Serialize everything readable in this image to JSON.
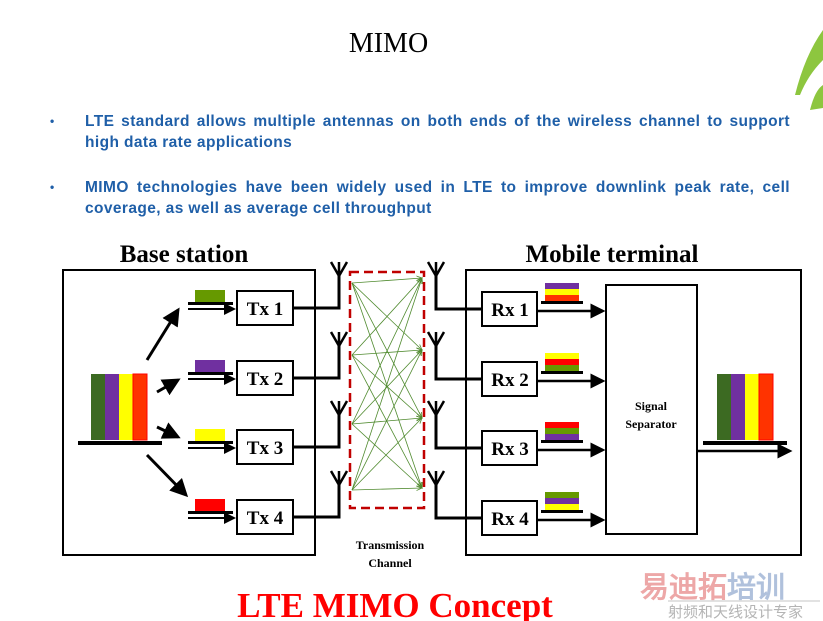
{
  "slide": {
    "title": "MIMO",
    "bullets": [
      "LTE standard allows multiple antennas on both ends of the wireless channel to support high data rate applications",
      "MIMO technologies have been widely used in LTE to improve downlink peak rate, cell coverage, as well as average cell throughput"
    ],
    "bullet_glyph": "•"
  },
  "diagram": {
    "base_station_label": "Base station",
    "mobile_terminal_label": "Mobile terminal",
    "tx": [
      "Tx 1",
      "Tx 2",
      "Tx 3",
      "Tx 4"
    ],
    "rx": [
      "Rx 1",
      "Rx 2",
      "Rx 3",
      "Rx 4"
    ],
    "separator_line1": "Signal",
    "separator_line2": "Separator",
    "channel_line1": "Transmission",
    "channel_line2": "Channel",
    "caption": "LTE MIMO Concept",
    "colors": {
      "green": "#3c6a22",
      "purple": "#7030a0",
      "yellow": "#ffff00",
      "red": "#ff3300",
      "olive": "#669900",
      "channel": "#c00000",
      "arrow": "#4f8a2e"
    }
  },
  "watermark": {
    "line1_a": "易迪拓",
    "line1_b": "培训",
    "line2": "射频和天线设计专家"
  }
}
